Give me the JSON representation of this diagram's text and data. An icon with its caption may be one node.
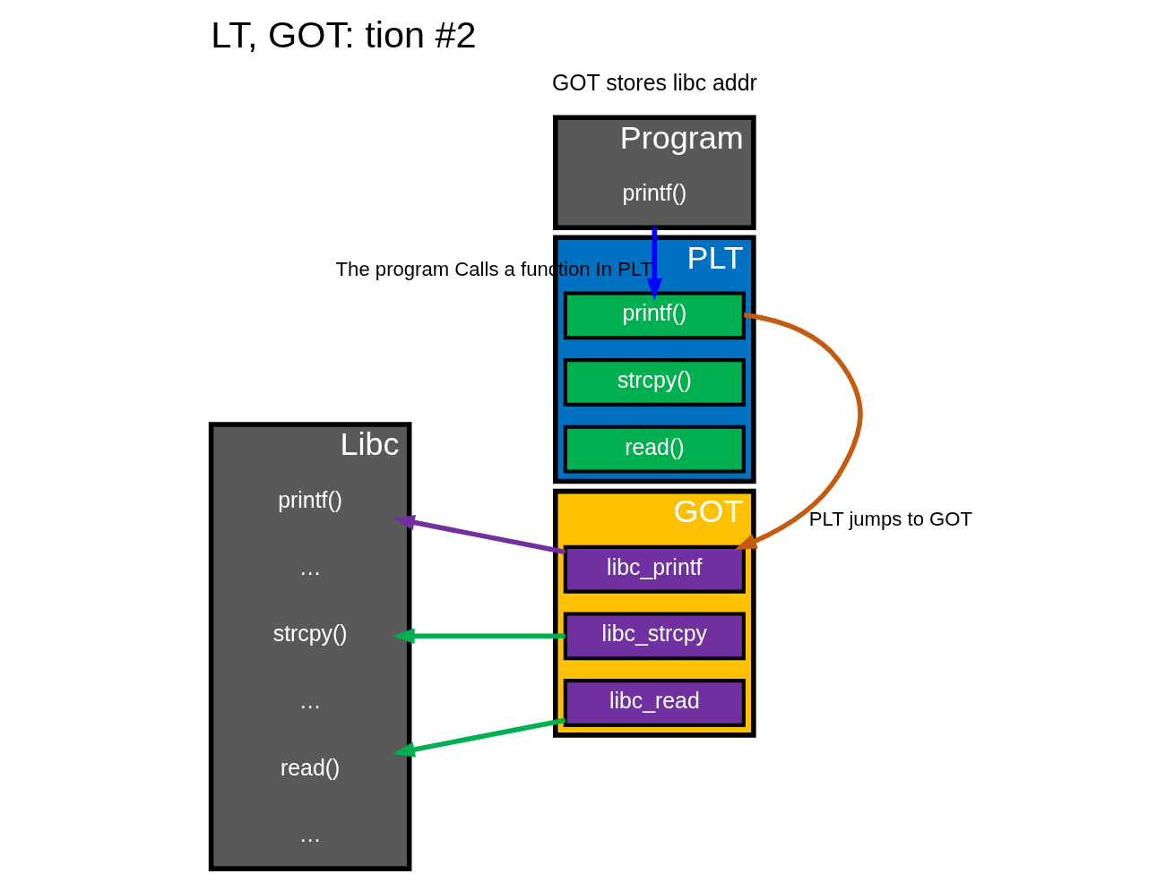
{
  "diagram": {
    "title": "LT, GOT: tion #2",
    "nodes": [
      {
        "text": [
          "Libc"
        ]
      },
      {
        "text": [
          "printf()"
        ],
        "in": 0
      },
      {
        "text": [
          "…"
        ],
        "in": 0
      },
      {
        "text": [
          "strcpy()"
        ],
        "in": 0
      },
      {
        "text": [
          "…"
        ],
        "in": 0
      },
      {
        "text": [
          "read()"
        ],
        "in": 0
      },
      {
        "text": [
          "…"
        ],
        "in": 0
      },
      {
        "text": [
          "PLT"
        ]
      },
      {
        "text": [
          "printf()"
        ],
        "in": 7
      },
      {
        "text": [
          "strcpy()"
        ],
        "in": 7
      },
      {
        "text": [
          "read()"
        ],
        "in": 7
      },
      {
        "text": [
          "Program"
        ]
      },
      {
        "text": [
          "printf()"
        ],
        "in": 11
      },
      {
        "text": [
          "GOT"
        ]
      },
      {
        "text": [
          "libc_printf"
        ],
        "in": 13
      },
      {
        "text": [
          "libc_strcpy"
        ],
        "in": 13
      },
      {
        "text": [
          "libc_read"
        ],
        "in": 13
      }
    ],
    "edges": [
      {
        "from": 11,
        "to": 8,
        "arrow": "to",
        "color": "#0000ff",
        "label": "The program Calls a function In PLT"
      },
      {
        "from": 8,
        "to": 14,
        "arrow": "to",
        "color": "#c55a11",
        "label": "PLT jumps to GOT"
      },
      {
        "from": 14,
        "to": 1,
        "arrow": "to",
        "color": "#7030a0"
      },
      {
        "from": 15,
        "to": 3,
        "arrow": "to",
        "color": "#00b050"
      },
      {
        "from": 16,
        "to": 5,
        "arrow": "to",
        "color": "#00b050"
      }
    ],
    "labels": [
      "GOT stores libc addr"
    ]
  }
}
